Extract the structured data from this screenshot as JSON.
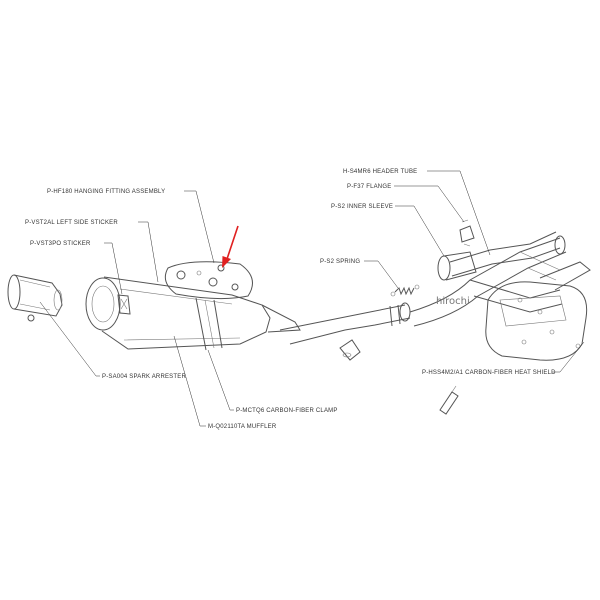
{
  "labels": {
    "hanging_fitting": "P-HF180  HANGING FITTING ASSEMBLY",
    "left_sticker": "P-VST2AL  LEFT SIDE STICKER",
    "sticker": "P-VST3PO  STICKER",
    "spark_arrester": "P-SA004  SPARK ARRESTER",
    "clamp": "P-MCTQ6  CARBON-FIBER CLAMP",
    "muffler": "M-Q02110TA  MUFFLER",
    "header_tube": "H-S4MR6  HEADER TUBE",
    "flange": "P-F37  FLANGE",
    "inner_sleeve": "P-S2  INNER SLEEVE",
    "spring": "P-S2  SPRING",
    "heat_shield": "P-HSS4M2/A1  CARBON-FIBER HEAT SHIELD"
  },
  "watermark": "hirochi",
  "colors": {
    "arrow": "#e02020",
    "line": "#555555",
    "text": "#333333"
  }
}
